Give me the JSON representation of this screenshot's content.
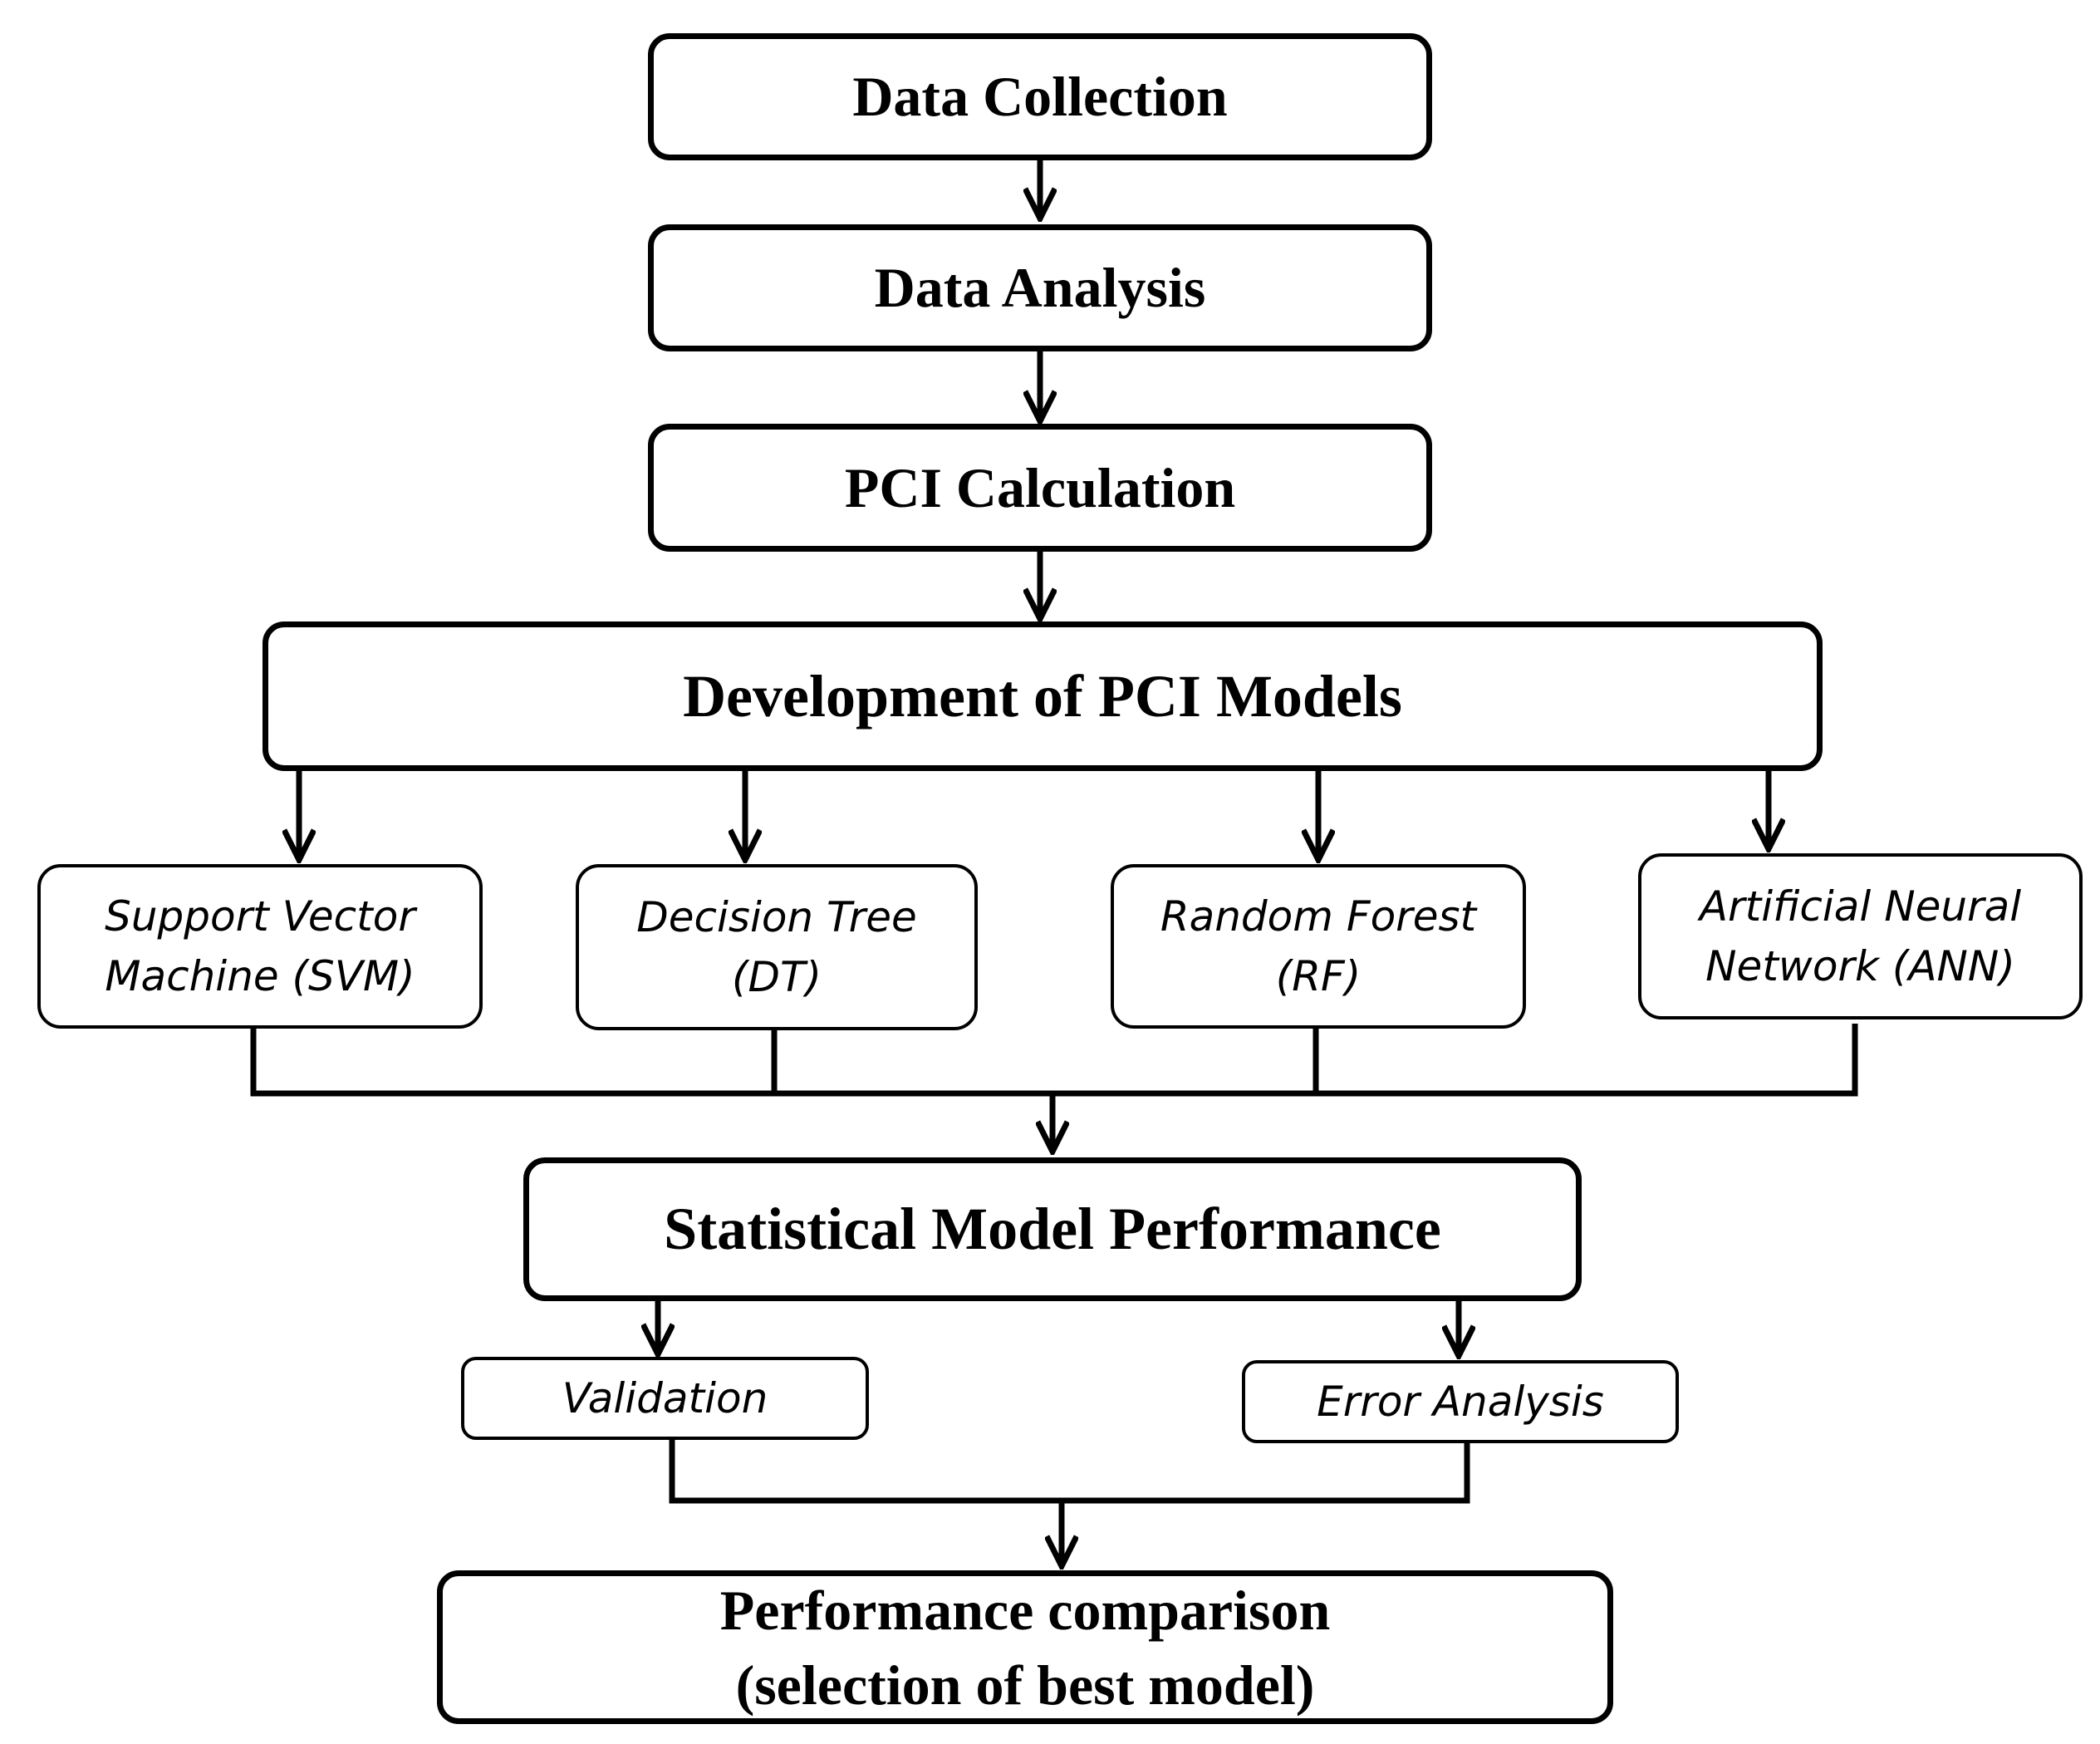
{
  "diagram": {
    "steps": {
      "data_collection": "Data Collection",
      "data_analysis": "Data Analysis",
      "pci_calculation": "PCI Calculation",
      "development": "Development of PCI Models",
      "statistical_performance": "Statistical Model Performance",
      "performance_comparison": "Performance comparison\n(selection of best model)"
    },
    "models": {
      "svm": "Support Vector\nMachine (SVM)",
      "dt": "Decision Tree\n(DT)",
      "rf": "Random Forest\n(RF)",
      "ann": "Artificial Neural\nNetwork (ANN)"
    },
    "evaluation": {
      "validation": "Validation",
      "error_analysis": "Error Analysis"
    },
    "colors": {
      "stroke": "#000000",
      "background": "#ffffff"
    }
  }
}
